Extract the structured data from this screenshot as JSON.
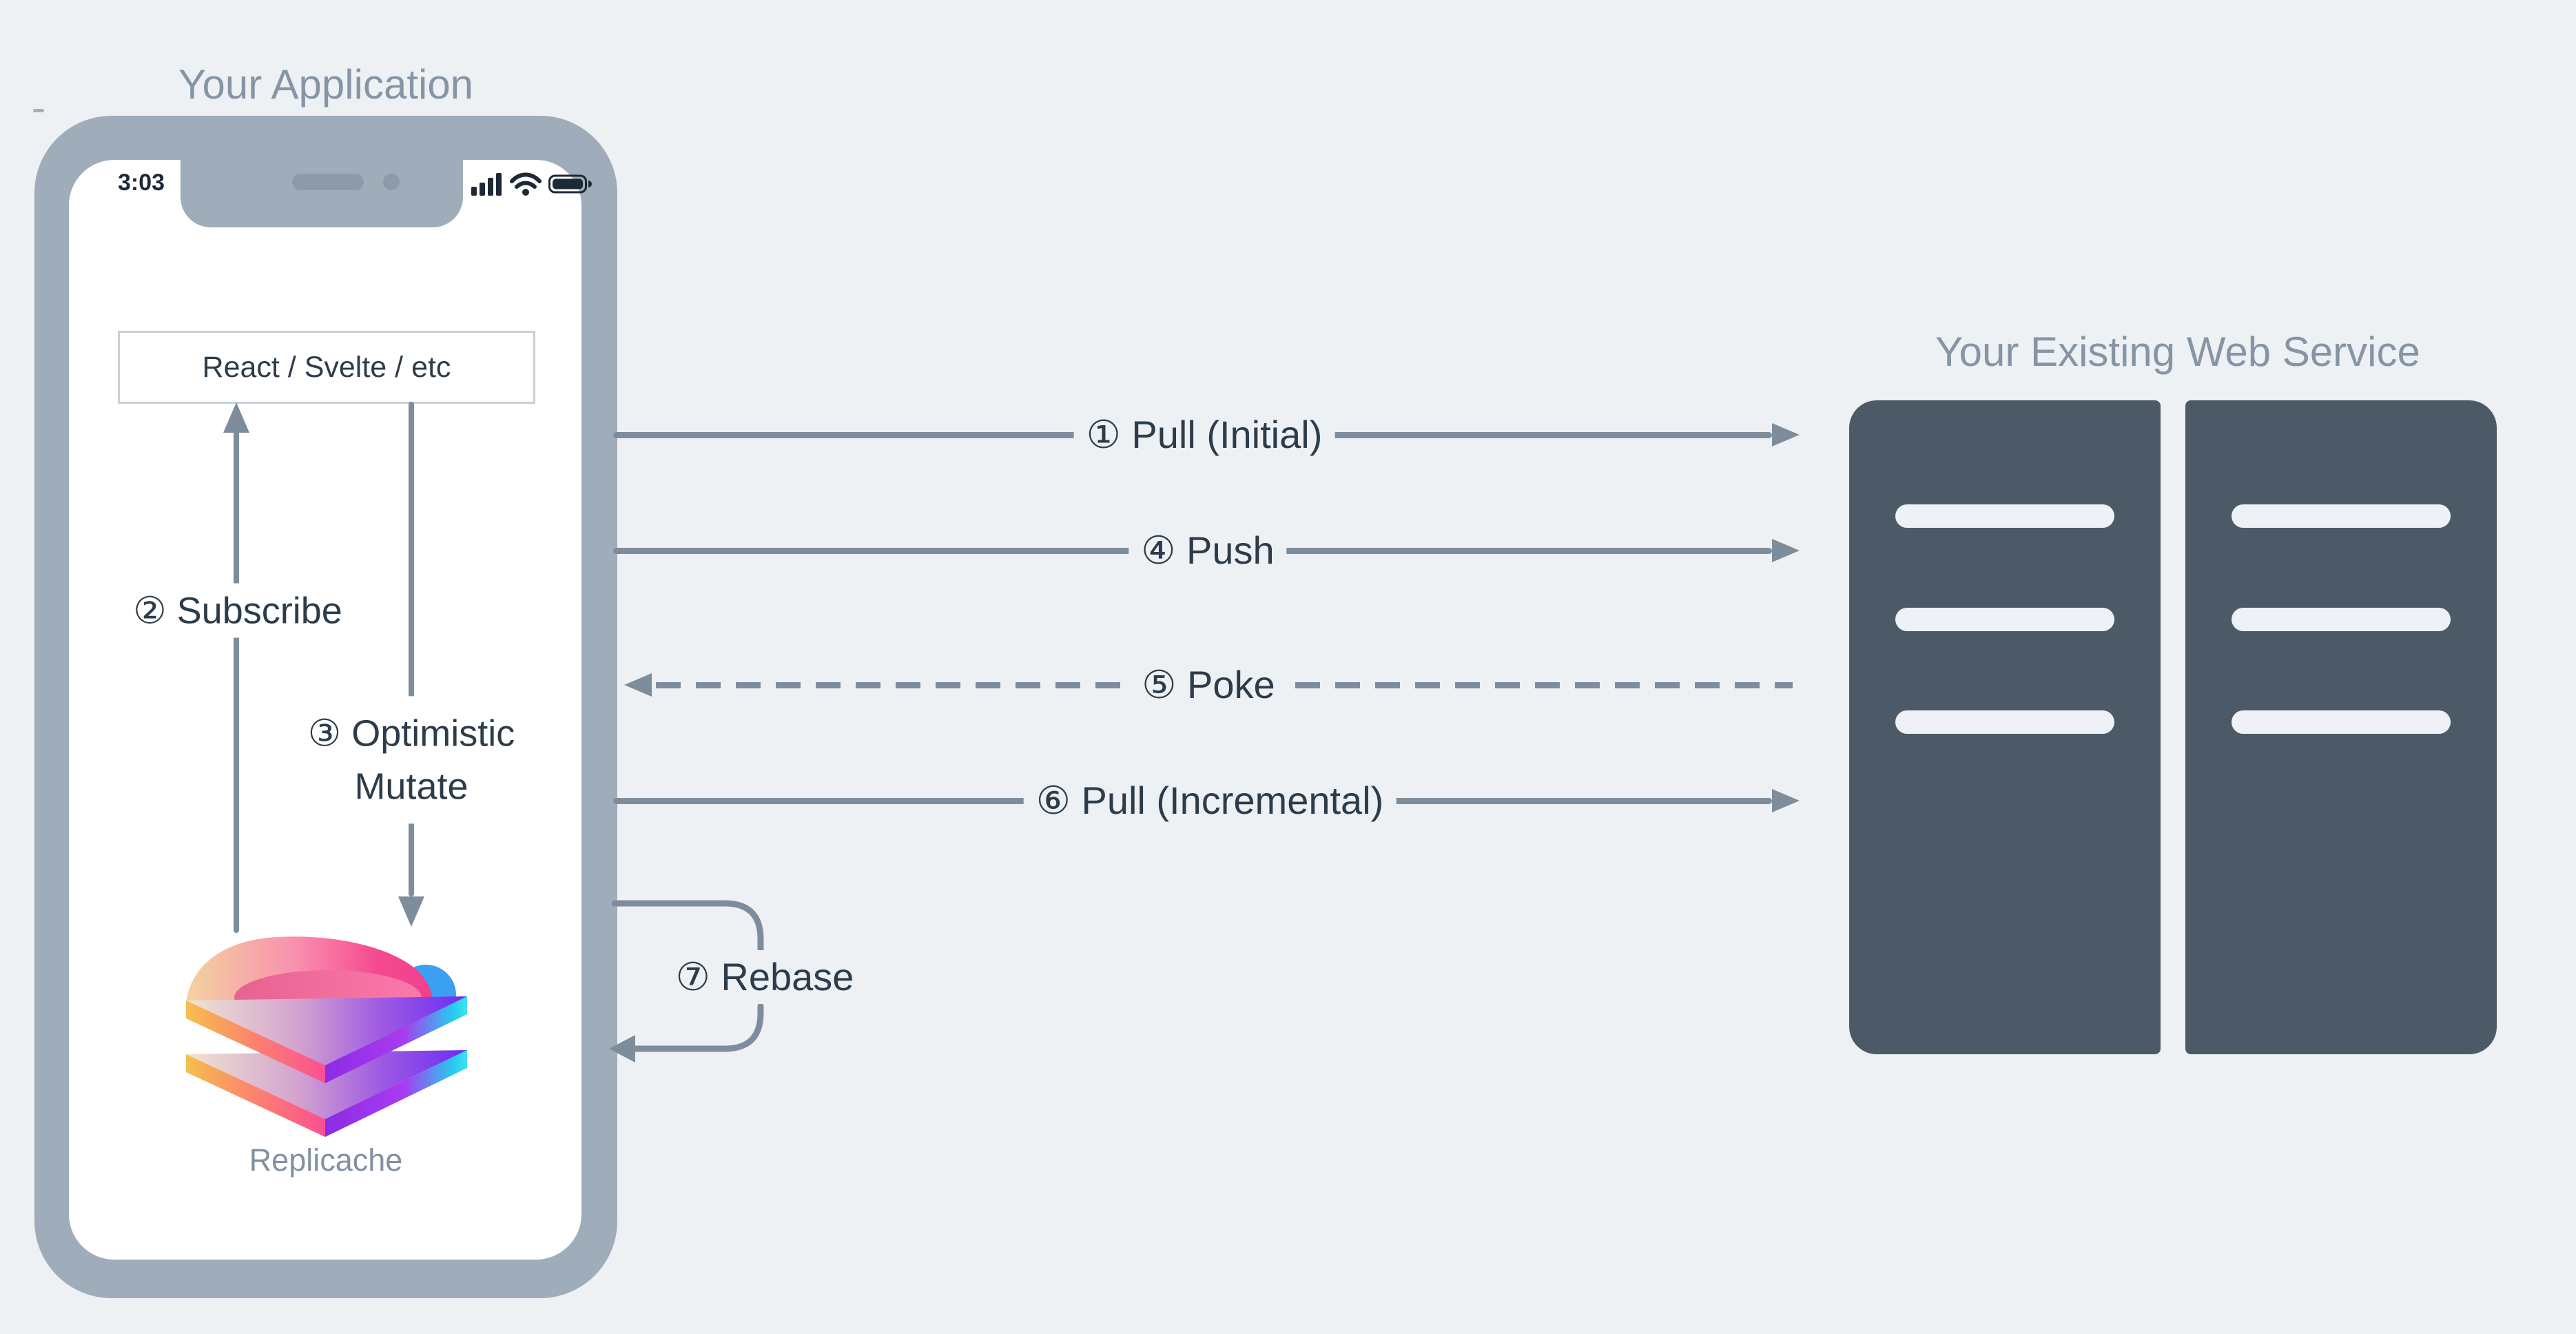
{
  "titles": {
    "application": "Your Application",
    "service": "Your Existing Web Service"
  },
  "phone": {
    "status_time": "3:03",
    "framework_box": "React / Svelte / etc",
    "logo_caption": "Replicache"
  },
  "internal_flows": {
    "subscribe": "② Subscribe",
    "optimistic_mutate_line1": "③ Optimistic",
    "optimistic_mutate_line2": "Mutate"
  },
  "network_flows": {
    "pull_initial": "① Pull (Initial)",
    "push": "④ Push",
    "poke": "⑤ Poke",
    "pull_incremental": "⑥ Pull (Incremental)",
    "rebase": "⑦ Rebase"
  },
  "colors": {
    "background": "#edf1f4",
    "phone_bezel": "#9fadba",
    "arrow_line": "#7e8d9c",
    "dark_text": "#2d3c4a",
    "muted_text": "#8695a6",
    "server_fill": "#4c5a67",
    "box_border": "#c5d0d9",
    "status_icon": "#1d2936",
    "logo_pink": "#f5498f",
    "logo_purple": "#6c2cf2",
    "logo_cyan": "#3ae4f2",
    "logo_orange": "#f6bf4f",
    "logo_blue": "#3b9ff2"
  }
}
